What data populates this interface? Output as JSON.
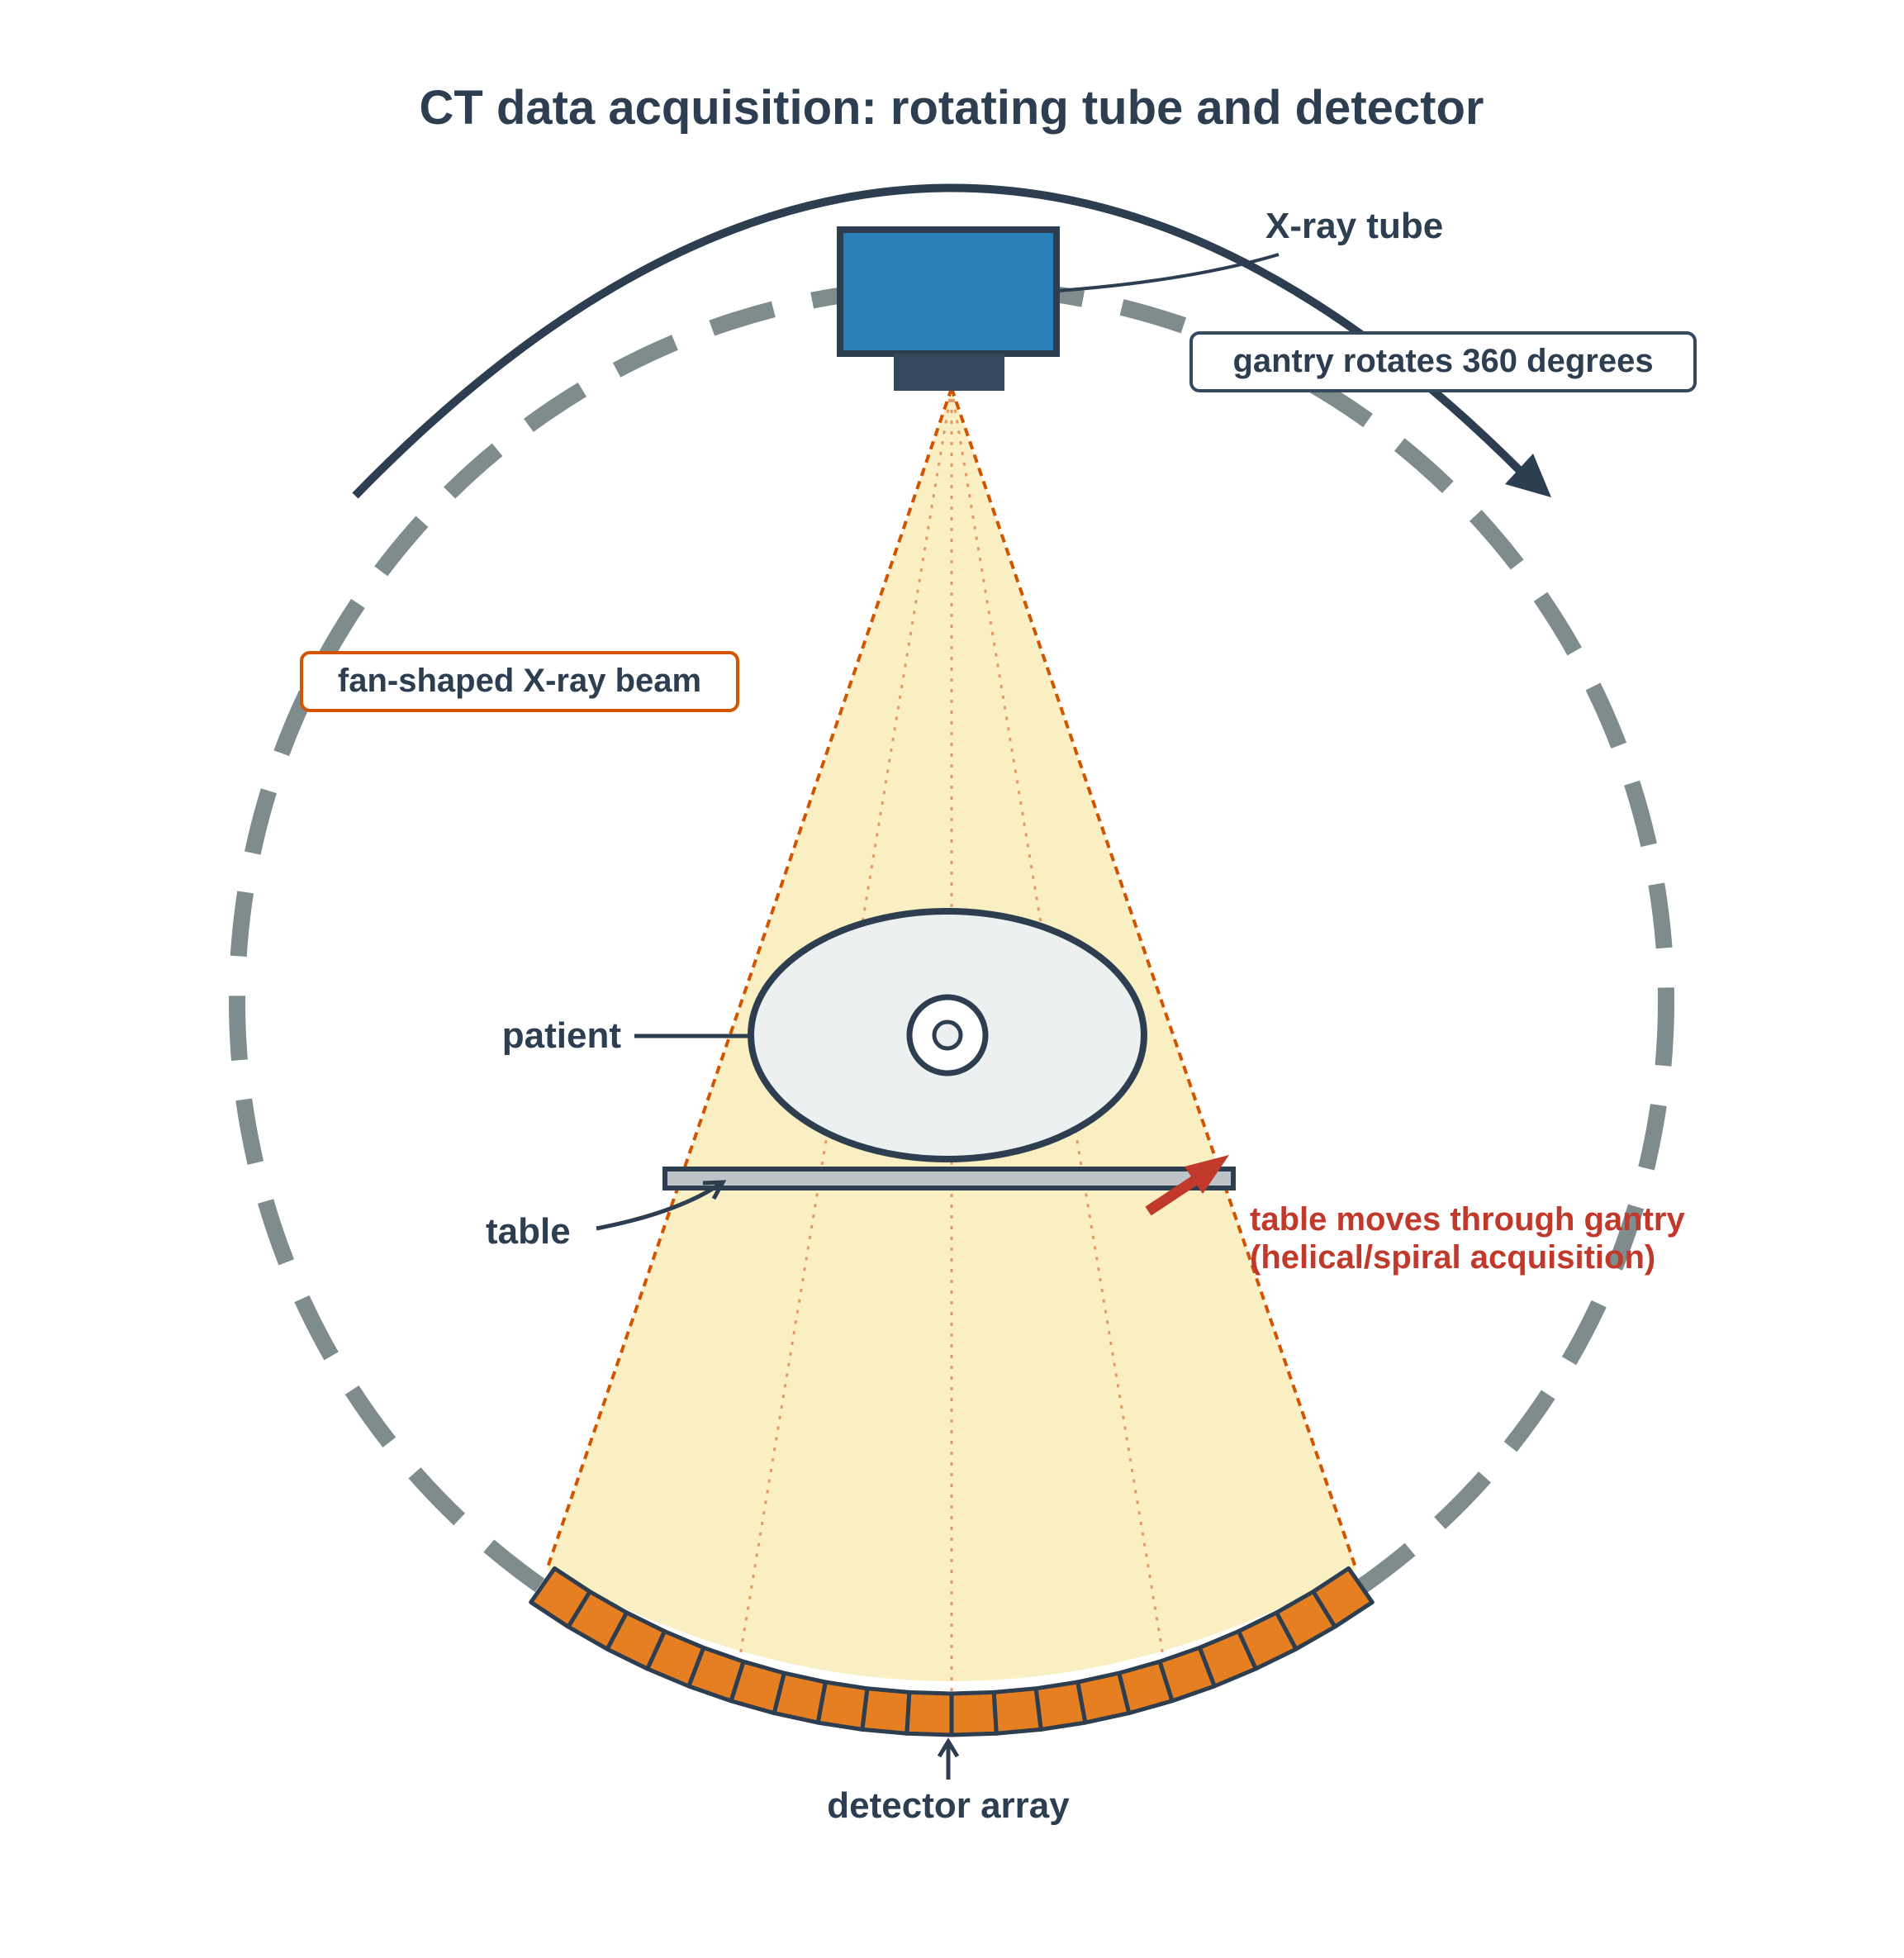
{
  "title": "CT data acquisition: rotating tube and detector",
  "labels": {
    "xray_tube": "X-ray tube",
    "gantry_rotation": "gantry rotates 360 degrees",
    "fan_beam": "fan-shaped X-ray beam",
    "patient": "patient",
    "table": "table",
    "table_motion_line1": "table moves through gantry",
    "table_motion_line2": "(helical/spiral acquisition)",
    "detector_array": "detector array"
  },
  "colors": {
    "text_dark": "#2c3e50",
    "tube_blue": "#2980b9",
    "collimator": "#34495e",
    "beam_fill": "#faefc2",
    "beam_edge": "#d35400",
    "beam_ray": "#e59866",
    "gantry_ring": "#7f8c8d",
    "patient_fill": "#ecf0f1",
    "table_fill": "#bdc3c7",
    "detector_orange": "#e67e22",
    "motion_red": "#c0392b"
  },
  "detector": {
    "element_count": 20
  }
}
